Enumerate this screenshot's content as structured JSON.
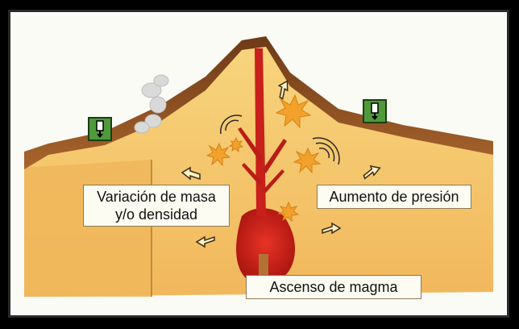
{
  "labels": {
    "mass_variation_line1": "Variación de masa",
    "mass_variation_line2": "y/o densidad",
    "pressure_increase": "Aumento de presión",
    "magma_ascent": "Ascenso de magma"
  },
  "icons": {
    "gravimeter_left": "gravimeter-icon",
    "gravimeter_right": "gravimeter-icon"
  },
  "colors": {
    "crust_brown": "#8a4b1f",
    "interior_yellow": "#f6c96a",
    "magma_red": "#c8201b",
    "sky": "#fbfbf6",
    "instrument_green": "#4f9a3a"
  }
}
